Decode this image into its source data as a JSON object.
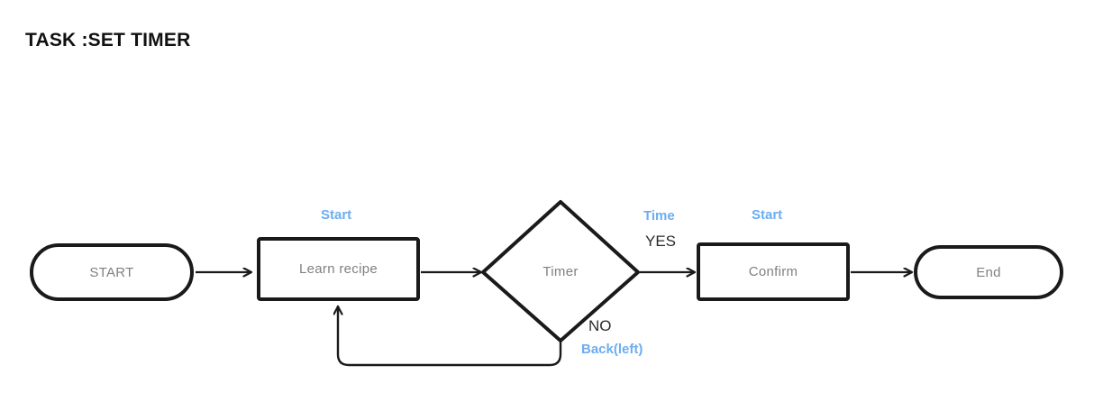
{
  "title": "TASK :SET TIMER",
  "colors": {
    "accent_blue": "#6cadf0",
    "node_border": "#1a1a1a",
    "node_text": "#808080",
    "label_dark": "#2b2b2b",
    "background": "#ffffff"
  },
  "nodes": {
    "start": {
      "label": "START",
      "shape": "terminal"
    },
    "learn_recipe": {
      "label": "Learn recipe",
      "shape": "process"
    },
    "timer": {
      "label": "Timer",
      "shape": "decision"
    },
    "confirm": {
      "label": "Confirm",
      "shape": "process"
    },
    "end": {
      "label": "End",
      "shape": "terminal"
    }
  },
  "annotations": {
    "learn_recipe_action": "Start",
    "yes_action": "Time",
    "yes_branch": "YES",
    "confirm_action": "Start",
    "no_branch": "NO",
    "no_action": "Back(left)"
  }
}
